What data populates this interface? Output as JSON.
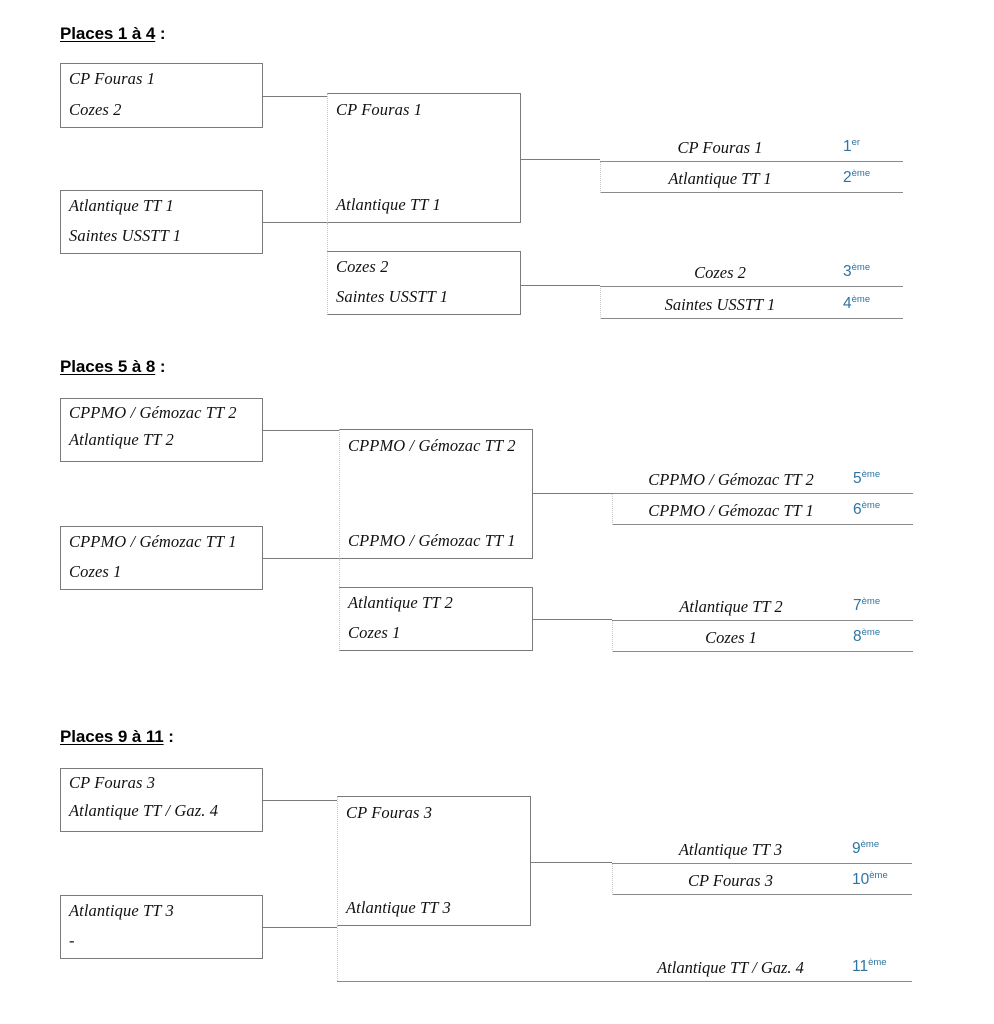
{
  "document": {
    "title": "Tournoi - Tableau de classement"
  },
  "palette": {
    "rank_blue": "#2e74a3",
    "line_gray": "#7b7b7b",
    "dotted_gray": "#c9c9c9",
    "text_black": "#111111"
  },
  "sections": [
    {
      "id": "places-1-4",
      "heading": "Places 1 à 4",
      "heading_colon": " :",
      "round1": [
        {
          "top": "CP Fouras 1",
          "bottom": "Cozes 2"
        },
        {
          "top": "Atlantique TT 1",
          "bottom": "Saintes USSTT 1"
        }
      ],
      "round2": [
        {
          "top": "CP Fouras 1",
          "bottom": "Atlantique TT 1"
        },
        {
          "top": "Cozes 2",
          "bottom": "Saintes USSTT 1"
        }
      ],
      "results": [
        {
          "name": "CP Fouras 1",
          "rank": "1",
          "suffix": "er"
        },
        {
          "name": "Atlantique TT 1",
          "rank": "2",
          "suffix": "ème"
        },
        {
          "name": "Cozes 2",
          "rank": "3",
          "suffix": "ème"
        },
        {
          "name": "Saintes USSTT 1",
          "rank": "4",
          "suffix": "ème"
        }
      ]
    },
    {
      "id": "places-5-8",
      "heading": "Places 5 à 8",
      "heading_colon": " :",
      "round1": [
        {
          "top": "CPPMO / Gémozac TT 2",
          "bottom": "Atlantique TT 2"
        },
        {
          "top": "CPPMO / Gémozac TT 1",
          "bottom": "Cozes 1"
        }
      ],
      "round2": [
        {
          "top": "CPPMO / Gémozac TT 2",
          "bottom": "CPPMO / Gémozac TT 1"
        },
        {
          "top": "Atlantique TT 2",
          "bottom": "Cozes 1"
        }
      ],
      "results": [
        {
          "name": "CPPMO / Gémozac TT 2",
          "rank": "5",
          "suffix": "ème"
        },
        {
          "name": "CPPMO / Gémozac TT 1",
          "rank": "6",
          "suffix": "ème"
        },
        {
          "name": "Atlantique TT 2",
          "rank": "7",
          "suffix": "ème"
        },
        {
          "name": "Cozes 1",
          "rank": "8",
          "suffix": "ème"
        }
      ]
    },
    {
      "id": "places-9-11",
      "heading": "Places 9 à 11",
      "heading_colon": " :",
      "round1": [
        {
          "top": "CP Fouras 3",
          "bottom": "Atlantique TT / Gaz. 4"
        },
        {
          "top": "Atlantique TT 3",
          "bottom": "-"
        }
      ],
      "round2": [
        {
          "top": "CP Fouras 3",
          "bottom": "Atlantique TT 3"
        }
      ],
      "results": [
        {
          "name": "Atlantique TT 3",
          "rank": "9",
          "suffix": "ème"
        },
        {
          "name": "CP Fouras 3",
          "rank": "10",
          "suffix": "ème"
        },
        {
          "name": "Atlantique TT / Gaz. 4",
          "rank": "11",
          "suffix": "ème"
        }
      ]
    }
  ]
}
